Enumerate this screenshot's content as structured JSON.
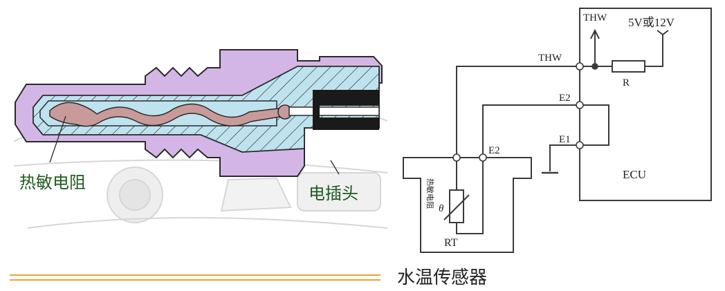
{
  "left_diagram": {
    "label_thermistor": "热敏电阻",
    "label_connector": "电插头"
  },
  "right_diagram": {
    "label_thw_arrow": "THW",
    "label_supply": "5V或12V",
    "label_thw_line": "THW",
    "label_resistor": "R",
    "label_e2_ecu": "E2",
    "label_e1_ecu": "E1",
    "label_e2_sensor": "E2",
    "label_ecu": "ECU",
    "label_rt": "RT",
    "label_theta": "θ",
    "label_sensor_inner": "热敏电阻",
    "caption": "水温传感器"
  },
  "colors": {
    "body_purple": "#d4b6e6",
    "inner_blue": "#bfe3ee",
    "element_pink": "#c99a9a",
    "connector_black": "#1a1a1a",
    "label_green": "#1f5a1f",
    "divider_orange": "#f0a030"
  }
}
